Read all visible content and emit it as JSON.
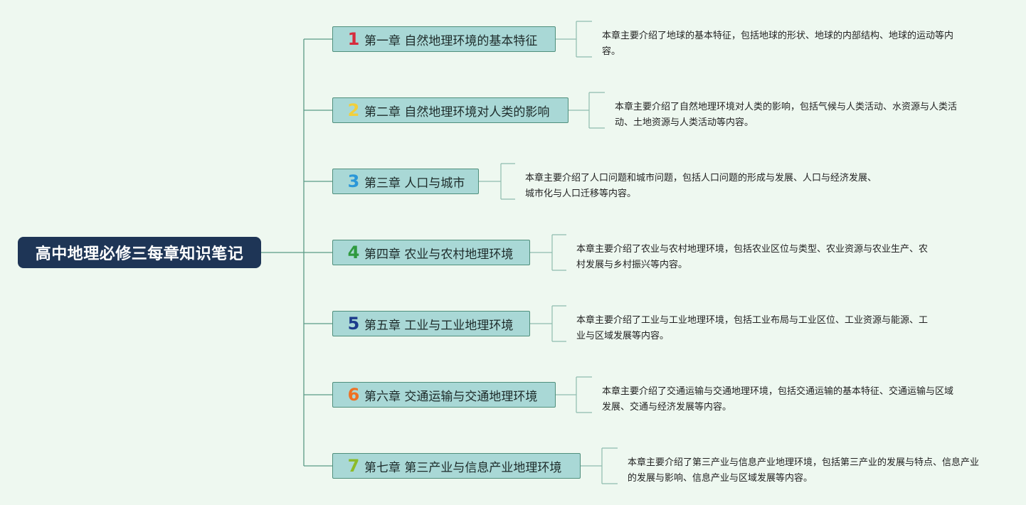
{
  "root": {
    "title": "高中地理必修三每章知识笔记"
  },
  "chapters": [
    {
      "num": "1",
      "num_color": "#d62b3c",
      "title": "第一章 自然地理环境的基本特征",
      "desc": "本章主要介绍了地球的基本特征，包括地球的形状、地球的内部结构、地球的运动等内容。"
    },
    {
      "num": "2",
      "num_color": "#f2cf3a",
      "title": "第二章 自然地理环境对人类的影响",
      "desc": "本章主要介绍了自然地理环境对人类的影响，包括气候与人类活动、水资源与人类活动、土地资源与人类活动等内容。"
    },
    {
      "num": "3",
      "num_color": "#2b97d8",
      "title": "第三章 人口与城市",
      "desc": "本章主要介绍了人口问题和城市问题，包括人口问题的形成与发展、人口与经济发展、城市化与人口迁移等内容。"
    },
    {
      "num": "4",
      "num_color": "#2f9a3f",
      "title": "第四章 农业与农村地理环境",
      "desc": "本章主要介绍了农业与农村地理环境，包括农业区位与类型、农业资源与农业生产、农村发展与乡村振兴等内容。"
    },
    {
      "num": "5",
      "num_color": "#1d3b8c",
      "title": "第五章 工业与工业地理环境",
      "desc": "本章主要介绍了工业与工业地理环境，包括工业布局与工业区位、工业资源与能源、工业与区域发展等内容。"
    },
    {
      "num": "6",
      "num_color": "#ef7022",
      "title": "第六章 交通运输与交通地理环境",
      "desc": "本章主要介绍了交通运输与交通地理环境，包括交通运输的基本特征、交通运输与区域发展、交通与经济发展等内容。"
    },
    {
      "num": "7",
      "num_color": "#8dbb28",
      "title": "第七章 第三产业与信息产业地理环境",
      "desc": "本章主要介绍了第三产业与信息产业地理环境，包括第三产业的发展与特点、信息产业的发展与影响、信息产业与区域发展等内容。"
    }
  ],
  "colors": {
    "background": "#eef8f0",
    "root_fill": "#1e3556",
    "chapter_fill": "#a9d8d6",
    "line": "#5a9a86"
  }
}
